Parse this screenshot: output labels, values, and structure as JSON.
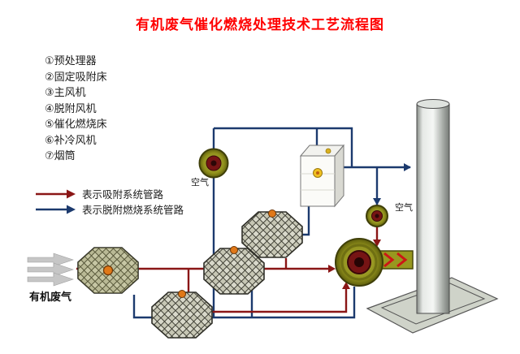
{
  "title": {
    "text": "有机废气催化燃烧处理技术工艺流程图",
    "color": "#ff0000"
  },
  "legend": {
    "items": [
      {
        "label": "①预处理器"
      },
      {
        "label": "②固定吸附床"
      },
      {
        "label": "③主风机"
      },
      {
        "label": "④脱附风机"
      },
      {
        "label": "⑤催化燃烧床"
      },
      {
        "label": "⑥补冷风机"
      },
      {
        "label": "⑦烟筒"
      }
    ],
    "pipes": [
      {
        "label": "表示吸附系统管路",
        "color": "#8a1616"
      },
      {
        "label": "表示脱附燃烧系统管路",
        "color": "#1c3a6e"
      }
    ]
  },
  "labels": {
    "air_top": "空气",
    "air_right": "空气",
    "inlet": "有机废气"
  },
  "colors": {
    "inlet_arrow": "#c6c6c6",
    "outlet_arrow": "#cc1616",
    "fan_hub": "#761414",
    "component_dot": "#e07818"
  }
}
